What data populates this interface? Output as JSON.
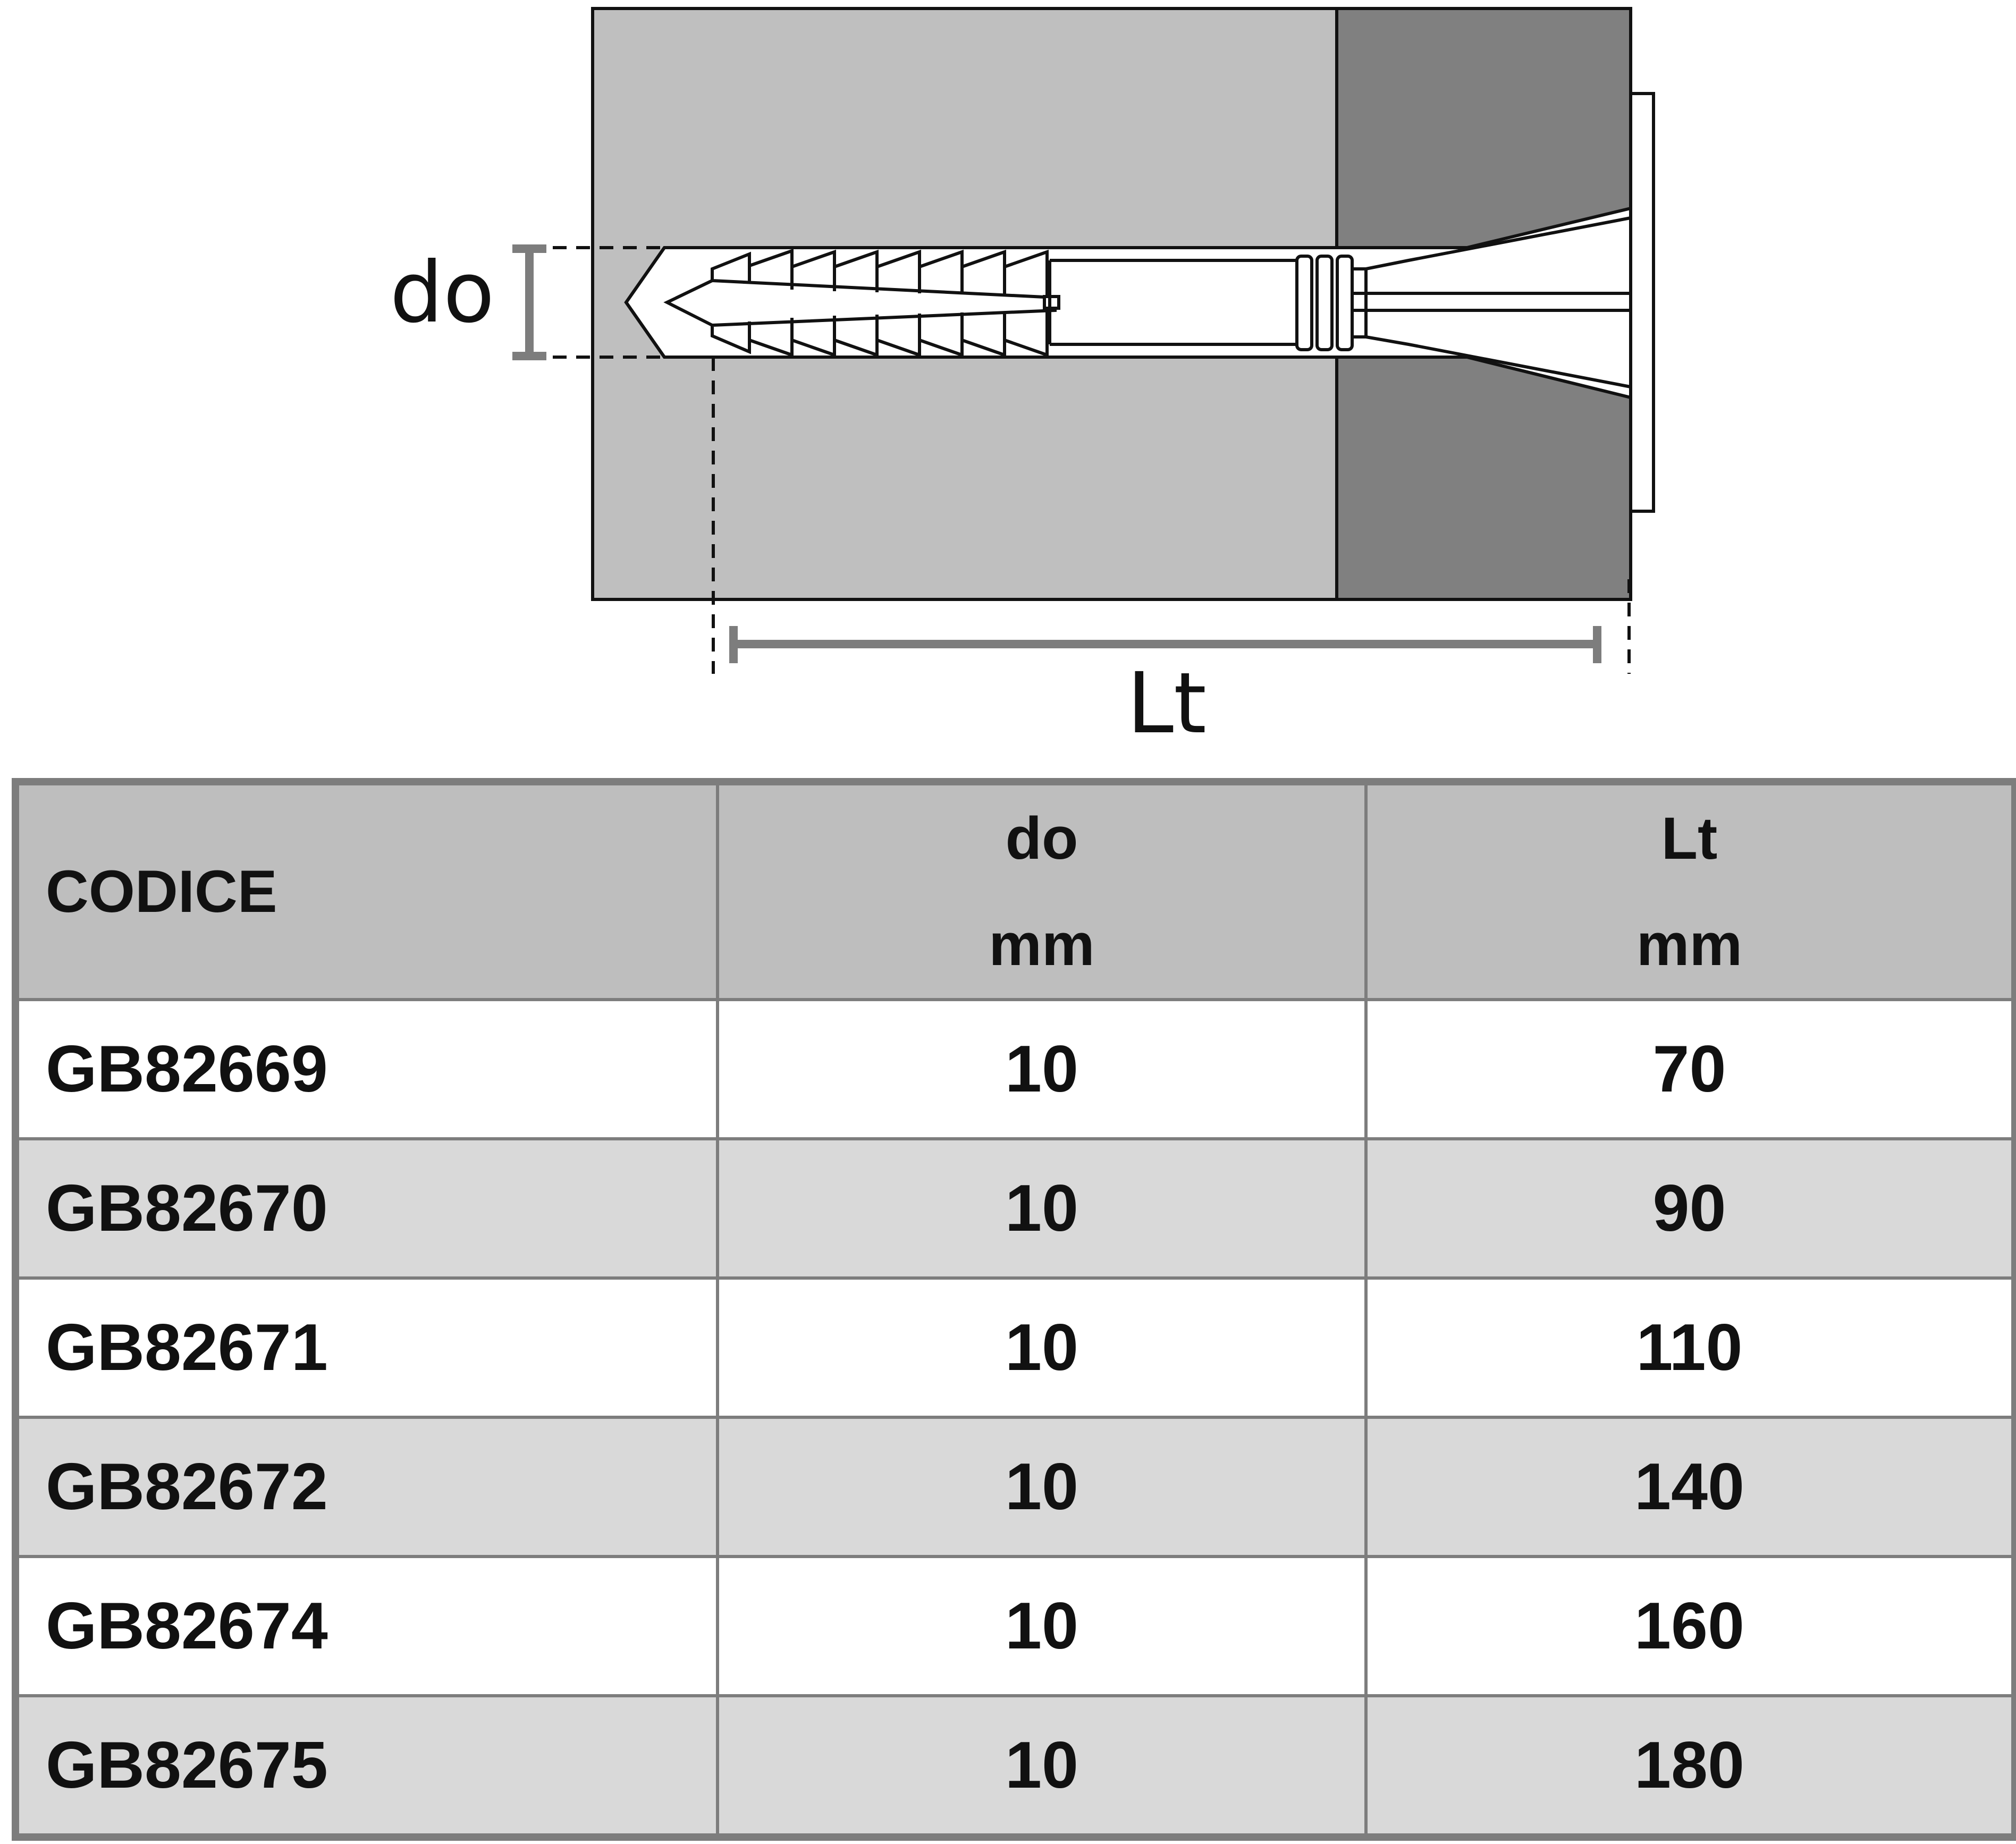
{
  "diagram": {
    "do_label": "do",
    "lt_label": "Lt",
    "colors": {
      "wall_light": "#bfbfbf",
      "wall_dark": "#808080",
      "line": "#111111",
      "dimension": "#7d7d7d"
    }
  },
  "table": {
    "headers": {
      "code": "CODICE",
      "do": {
        "name": "do",
        "unit": "mm"
      },
      "lt": {
        "name": "Lt",
        "unit": "mm"
      }
    },
    "rows": [
      {
        "code": "GB82669",
        "do": "10",
        "lt": "70"
      },
      {
        "code": "GB82670",
        "do": "10",
        "lt": "90"
      },
      {
        "code": "GB82671",
        "do": "10",
        "lt": "110"
      },
      {
        "code": "GB82672",
        "do": "10",
        "lt": "140"
      },
      {
        "code": "GB82674",
        "do": "10",
        "lt": "160"
      },
      {
        "code": "GB82675",
        "do": "10",
        "lt": "180"
      }
    ],
    "colors": {
      "header_bg": "#bebebe",
      "row_odd": "#ffffff",
      "row_even": "#d9d9d9",
      "grid": "#7d7d7d"
    }
  }
}
